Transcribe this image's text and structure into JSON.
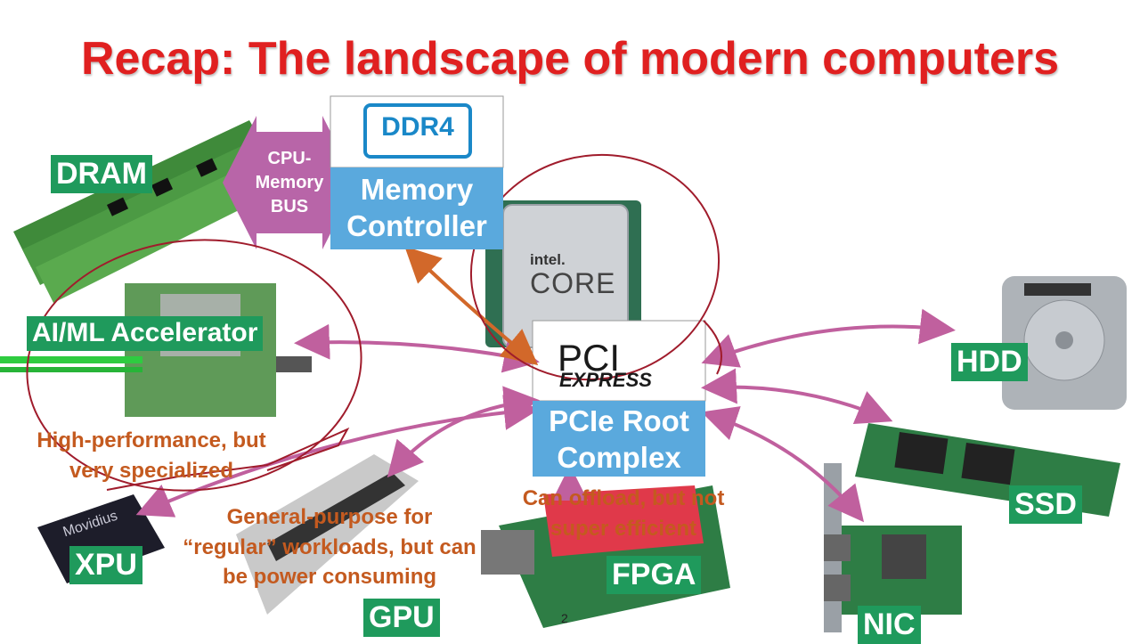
{
  "title": "Recap: The landscape of modern computers",
  "labels": {
    "dram": "DRAM",
    "bus": "CPU-\nMemory\nBUS",
    "ddr4": "DDR4",
    "memory_controller": "Memory Controller",
    "ai_ml": "AI/ML Accelerator",
    "pcie_root": "PCIe Root Complex",
    "pci_logo_top": "PCI",
    "pci_logo_bottom": "EXPRESS",
    "intel": "intel.",
    "core": "CORE",
    "hdd": "HDD",
    "ssd": "SSD",
    "nic": "NIC",
    "fpga": "FPGA",
    "gpu": "GPU",
    "xpu": "XPU",
    "movidius": "Movidius"
  },
  "notes": {
    "ai_ml_note": "High-performance, but very specialized",
    "gpu_note": "General-purpose for “regular” workloads, but can be power consuming",
    "fpga_note": "Can offload, but not super efficient"
  },
  "page_number": "2",
  "colors": {
    "title": "#e02020",
    "green_label": "#1f9a5c",
    "blue_box": "#5aa9dd",
    "arrow_pink": "#c0609e",
    "arrow_orange": "#d2682a",
    "annotation_red": "#a01c2c",
    "note_orange": "#c45a1f"
  }
}
